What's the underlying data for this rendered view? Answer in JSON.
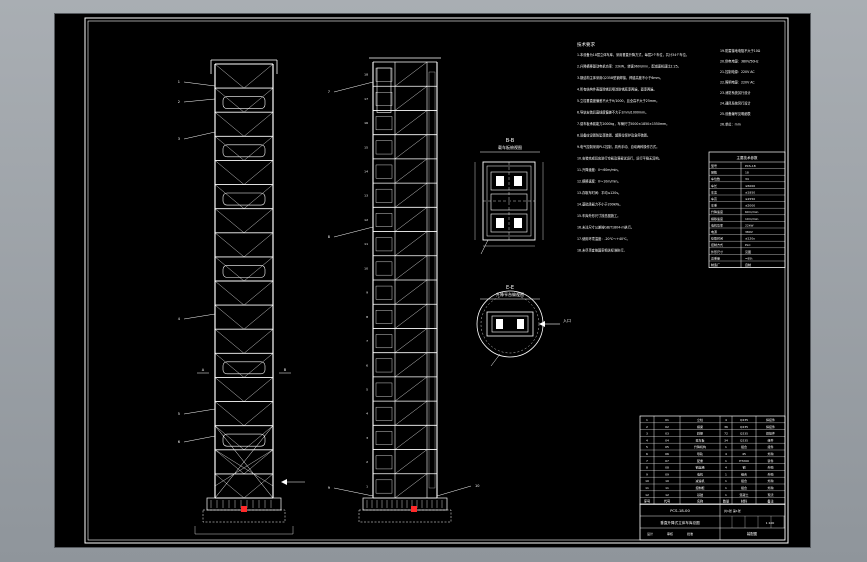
{
  "colors": {
    "background": "#000000",
    "frame": "#ffffff",
    "accent": "#ff2a2a",
    "workspace": "#9aa0a6"
  },
  "notes": {
    "title": "技术要求",
    "lines": [
      "1.本设备为18层立体车库，采用垂直升降方式，每层2个车位，共计34个车位。",
      "2.升降横移驱动电机功率：22kW，转速960r/min，配减速机速比1:25。",
      "3.钢结构主体采用Q235B型钢焊接，焊缝高度不小于6mm。",
      "4.所有结构件表面除锈后喷涂防锈底漆两遍，面漆两遍。",
      "5.立柱垂直度偏差不大于H/1000，且全高不大于25mm。",
      "6.导轨安装后直线度偏差不大于2mm/1000mm。",
      "7.载车板承载能力2000kg，车辆尺寸5000×1850×1550mm。",
      "8.设备应设置防坠落装置、超限位保护及急停装置。",
      "9.电气控制采用PLC控制，具有手动、自动两种操作方式。",
      "10.安装完成后应进行空载及满载试运行，运行平稳无异响。",
      "11.升降速度：0～60m/min。",
      "12.横移速度：0～10m/min。",
      "13.存取车时间：平均≤120s。",
      "14.基础承载力不小于200kPa。",
      "15.车库外形尺寸按总图施工。",
      "16.未注尺寸公差按GB/T1804-m执行。",
      "17.使用环境温度：-20℃～+40℃。",
      "18.未尽事宜按国家相关标准执行。"
    ],
    "right_lines": [
      "19.防雷接地电阻不大于10Ω",
      "20.供电电源：380V/50Hz",
      "21.控制电源：220V AC",
      "22.照明电源：220V AC",
      "23.消防系统另行设计",
      "24.通风系统另行设计",
      "25.设备编号见明细表",
      "26.单位：mm"
    ]
  },
  "params_table": {
    "title": "主要技术参数",
    "rows": [
      [
        "型号",
        "PCS-18"
      ],
      [
        "层数",
        "18"
      ],
      [
        "车位数",
        "34"
      ],
      [
        "车长",
        "≤5000"
      ],
      [
        "车宽",
        "≤1850"
      ],
      [
        "车高",
        "≤1550"
      ],
      [
        "车重",
        "≤2000"
      ],
      [
        "升降速度",
        "60m/min"
      ],
      [
        "横移速度",
        "10m/min"
      ],
      [
        "电机功率",
        "22kW"
      ],
      [
        "电源",
        "380V"
      ],
      [
        "存取时间",
        "≤120s"
      ],
      [
        "控制方式",
        "PLC"
      ],
      [
        "外形尺寸",
        "见图"
      ],
      [
        "总重量",
        "≈85t"
      ],
      [
        "制造厂",
        "自制"
      ]
    ]
  },
  "parts_list": {
    "headers": [
      "序号",
      "代号",
      "名称",
      "数量",
      "材料",
      "备注"
    ],
    "rows": [
      [
        "1",
        "01",
        "立柱",
        "4",
        "Q235",
        "焊接件"
      ],
      [
        "2",
        "02",
        "横梁",
        "36",
        "Q235",
        "焊接件"
      ],
      [
        "3",
        "03",
        "斜撑",
        "72",
        "Q235",
        "焊接件"
      ],
      [
        "4",
        "04",
        "载车板",
        "34",
        "Q235",
        "组件"
      ],
      [
        "5",
        "05",
        "升降机构",
        "1",
        "组合",
        "组件"
      ],
      [
        "6",
        "06",
        "导轨",
        "4",
        "45",
        "外购"
      ],
      [
        "7",
        "07",
        "配重",
        "1",
        "HT200",
        "铸件"
      ],
      [
        "8",
        "08",
        "钢丝绳",
        "4",
        "钢",
        "外购"
      ],
      [
        "9",
        "09",
        "电机",
        "1",
        "组合",
        "外购"
      ],
      [
        "10",
        "10",
        "减速机",
        "1",
        "组合",
        "外购"
      ],
      [
        "11",
        "11",
        "控制柜",
        "1",
        "组合",
        "外购"
      ],
      [
        "12",
        "12",
        "基础",
        "1",
        "混凝土",
        "现浇"
      ]
    ]
  },
  "title_block": {
    "drawing_no": "PCS-18-00",
    "drawing_title": "垂直升降式立体车库总图",
    "scale": "1:100",
    "sheet": "共1张 第1张",
    "designer": "设计",
    "checker": "审核",
    "approver": "批准",
    "assembly": "装配图"
  },
  "labels": {
    "section_bb": "B-B",
    "section_bb_sub": "载车板俯视图",
    "section_ee": "E-E",
    "section_ee_sub": "升降平台俯视图",
    "entrance": "入口",
    "sec_a": "A",
    "sec_b": "B",
    "callouts": [
      "1",
      "2",
      "3",
      "4",
      "5",
      "6",
      "7",
      "8",
      "9",
      "10",
      "11",
      "12"
    ]
  },
  "floor_numbers": [
    "1",
    "2",
    "3",
    "4",
    "5",
    "6",
    "7",
    "8",
    "9",
    "10",
    "11",
    "12",
    "13",
    "14",
    "15",
    "16",
    "17",
    "18"
  ]
}
